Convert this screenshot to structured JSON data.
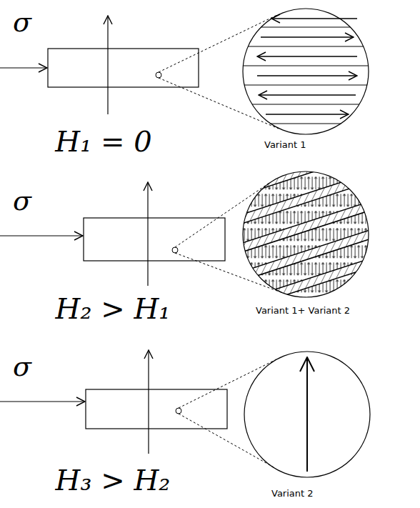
{
  "diagram": {
    "labels": [
      "σ",
      "H₁ = 0",
      "Variant 1",
      "σ",
      "H₂ > H₁",
      "Variant 1+ Variant 2",
      "σ",
      "H₃ > H₂",
      "Variant 2"
    ]
  }
}
